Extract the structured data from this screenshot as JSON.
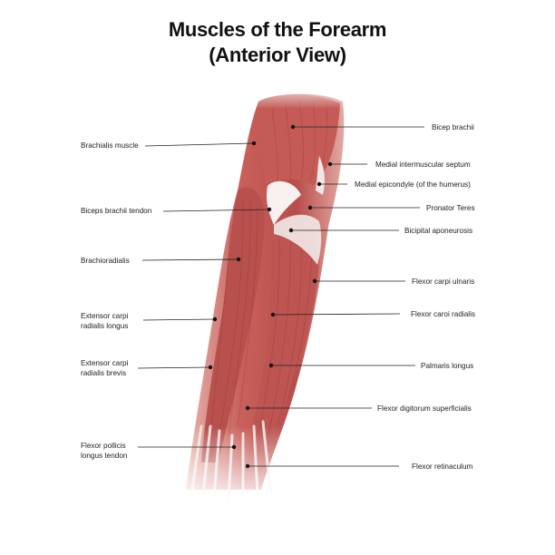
{
  "title_line1": "Muscles of the Forearm",
  "title_line2": "(Anterior View)",
  "labels_left": [
    {
      "id": "brachialis",
      "lines": [
        "Brachialis muscle"
      ]
    },
    {
      "id": "biceps-tendon",
      "lines": [
        "Biceps brachii tendon"
      ]
    },
    {
      "id": "brachioradialis",
      "lines": [
        "Brachioradialis"
      ]
    },
    {
      "id": "ecrl",
      "lines": [
        "Extensor carpi",
        "radialis longus"
      ]
    },
    {
      "id": "ecrb",
      "lines": [
        "Extensor carpi",
        "radialis brevis"
      ]
    },
    {
      "id": "fpl",
      "lines": [
        "Flexor pollicis",
        "longus tendon"
      ]
    }
  ],
  "labels_right": [
    {
      "id": "bicep-brachii",
      "lines": [
        "Bicep brachii"
      ]
    },
    {
      "id": "medial-septum",
      "lines": [
        "Medial intermuscular septum"
      ]
    },
    {
      "id": "medial-epicondyle",
      "lines": [
        "Medial epicondyle (of the humerus)"
      ]
    },
    {
      "id": "pronator-teres",
      "lines": [
        "Pronator Teres"
      ]
    },
    {
      "id": "bicipital-aponeurosis",
      "lines": [
        "Bicipital aponeurosis"
      ]
    },
    {
      "id": "fcu",
      "lines": [
        "Flexor carpi ulnaris"
      ]
    },
    {
      "id": "fcr",
      "lines": [
        "Flexor caroi radialis"
      ]
    },
    {
      "id": "palmaris",
      "lines": [
        "Palmaris longus"
      ]
    },
    {
      "id": "fds",
      "lines": [
        "Flexor digitorum superficialis"
      ]
    },
    {
      "id": "retinaculum",
      "lines": [
        "Flexor retinaculum"
      ]
    }
  ],
  "colors": {
    "muscle": "#c9625e",
    "muscle_dark": "#9e3b3b",
    "tendon": "#f3ecea",
    "leader": "#222222"
  }
}
